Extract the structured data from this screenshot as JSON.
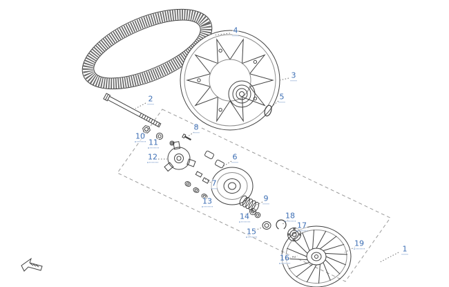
{
  "diagram": {
    "background_color": "#ffffff",
    "line_color": "#3f3f3f",
    "boundary_line_color": "#9a9a9a",
    "callout_color": "#3c6eb4",
    "callouts": [
      {
        "label": "1"
      },
      {
        "label": "2"
      },
      {
        "label": "3"
      },
      {
        "label": "4"
      },
      {
        "label": "5"
      },
      {
        "label": "6"
      },
      {
        "label": "7"
      },
      {
        "label": "8"
      },
      {
        "label": "9"
      },
      {
        "label": "10"
      },
      {
        "label": "11"
      },
      {
        "label": "12"
      },
      {
        "label": "13"
      },
      {
        "label": "14"
      },
      {
        "label": "15"
      },
      {
        "label": "16"
      },
      {
        "label": "17"
      },
      {
        "label": "18"
      },
      {
        "label": "19"
      }
    ],
    "icons": {
      "direction_arrow": "fwd-arrow-icon"
    }
  }
}
